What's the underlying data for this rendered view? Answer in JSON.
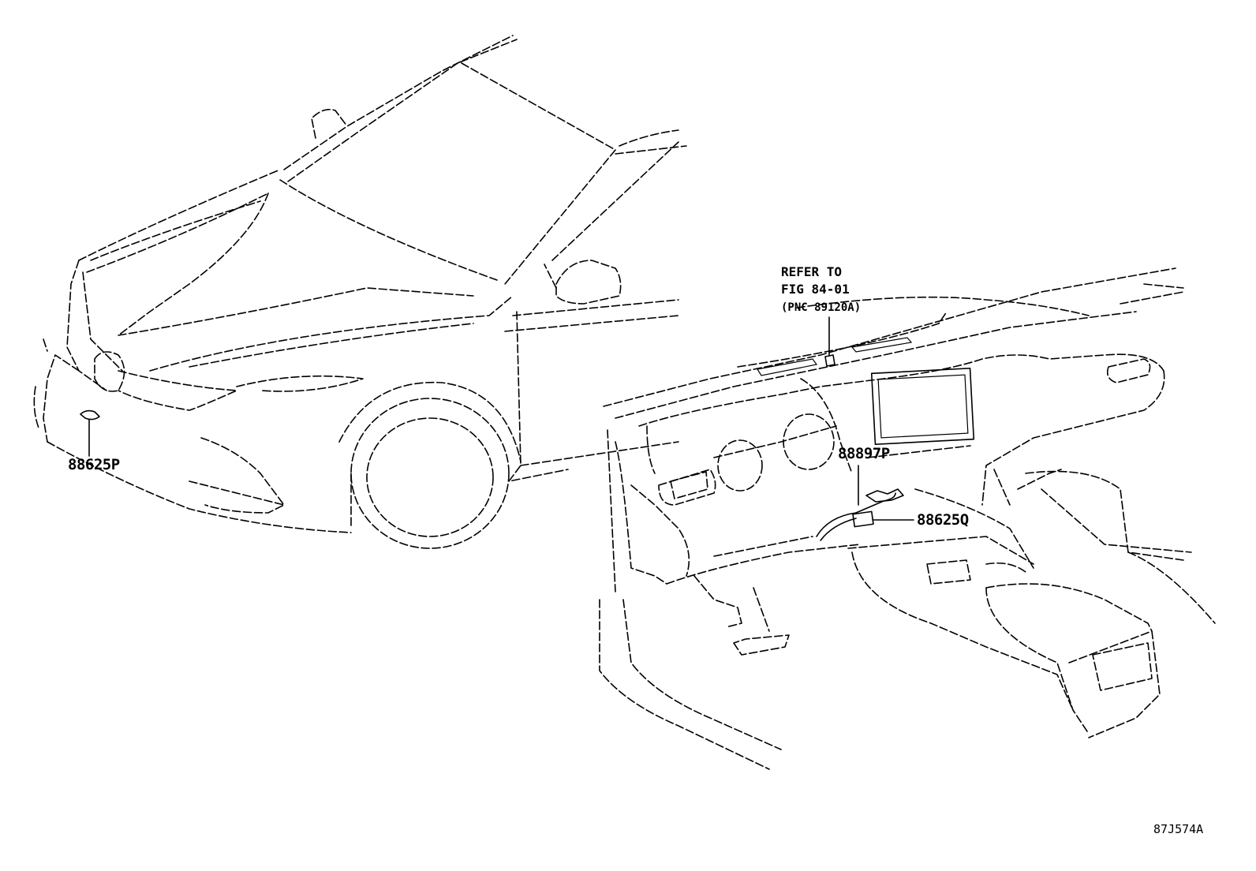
{
  "labels": {
    "part_front_bumper": "88625P",
    "part_dash_bracket": "88897P",
    "part_dash_sensor": "88625Q",
    "refer_line1": "REFER TO",
    "refer_line2": "FIG 84-01",
    "refer_line3": "(PNC 89120A)",
    "figure_code": "87J574A"
  }
}
